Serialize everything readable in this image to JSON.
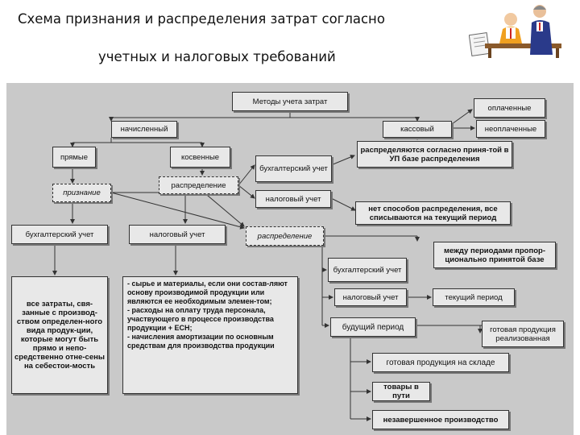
{
  "header": {
    "title_line1": "Схема  признания и распределения затрат согласно",
    "title_line2": "учетных и налоговых требований"
  },
  "nodes": {
    "methods": "Методы учета затрат",
    "accrual": "начисленный",
    "cash": "кассовый",
    "paid": "оплаченные",
    "unpaid": "неоплаченные",
    "direct": "прямые",
    "indirect": "косвенные",
    "distributed_by_base": "распределяются согласно приня-той в УП базе распределения",
    "accounting_acc_1": "бухгалтерский учет",
    "distribution_1": "распределение",
    "tax_acc_1": "налоговый учет",
    "recognition": "признание",
    "no_methods": "нет  способов распределения, все списываются на текущий период",
    "accounting_2": "бухгалтерский учет",
    "tax_2": "налоговый учет",
    "distribution_2": "распределение",
    "between_periods": "между периодами пропор-ционально принятой базе",
    "accounting_acc_3": "бухгалтерский учет",
    "tax_acc_3": "налоговый  учет",
    "current_period": "текущий период",
    "future_period": "будущий период",
    "finished_sold": "готовая продукция реализованная",
    "all_costs_text": "все затраты, свя-занные с производ-ством определен-ного вида продук-ции, которые могут быть прямо и непо-средственно отне-сены на себестои-мость",
    "tax_costs_text": "- сырье  и материалы, если они состав-ляют основу производимой продукции или являются ее необходимым элемен-том;\n- расходы на оплату   труда персонала, участвующего в процессе производства продукции + ЕСН;\n- начисления амортизации по основным средствам для производства продукции",
    "finished_warehouse": "готовая  продукция на складе",
    "goods_transit": "товары в пути",
    "wip": "незавершенное производство"
  },
  "colors": {
    "panel": "#c9c9c9",
    "box": "#e8e8e8",
    "line": "#333333"
  }
}
